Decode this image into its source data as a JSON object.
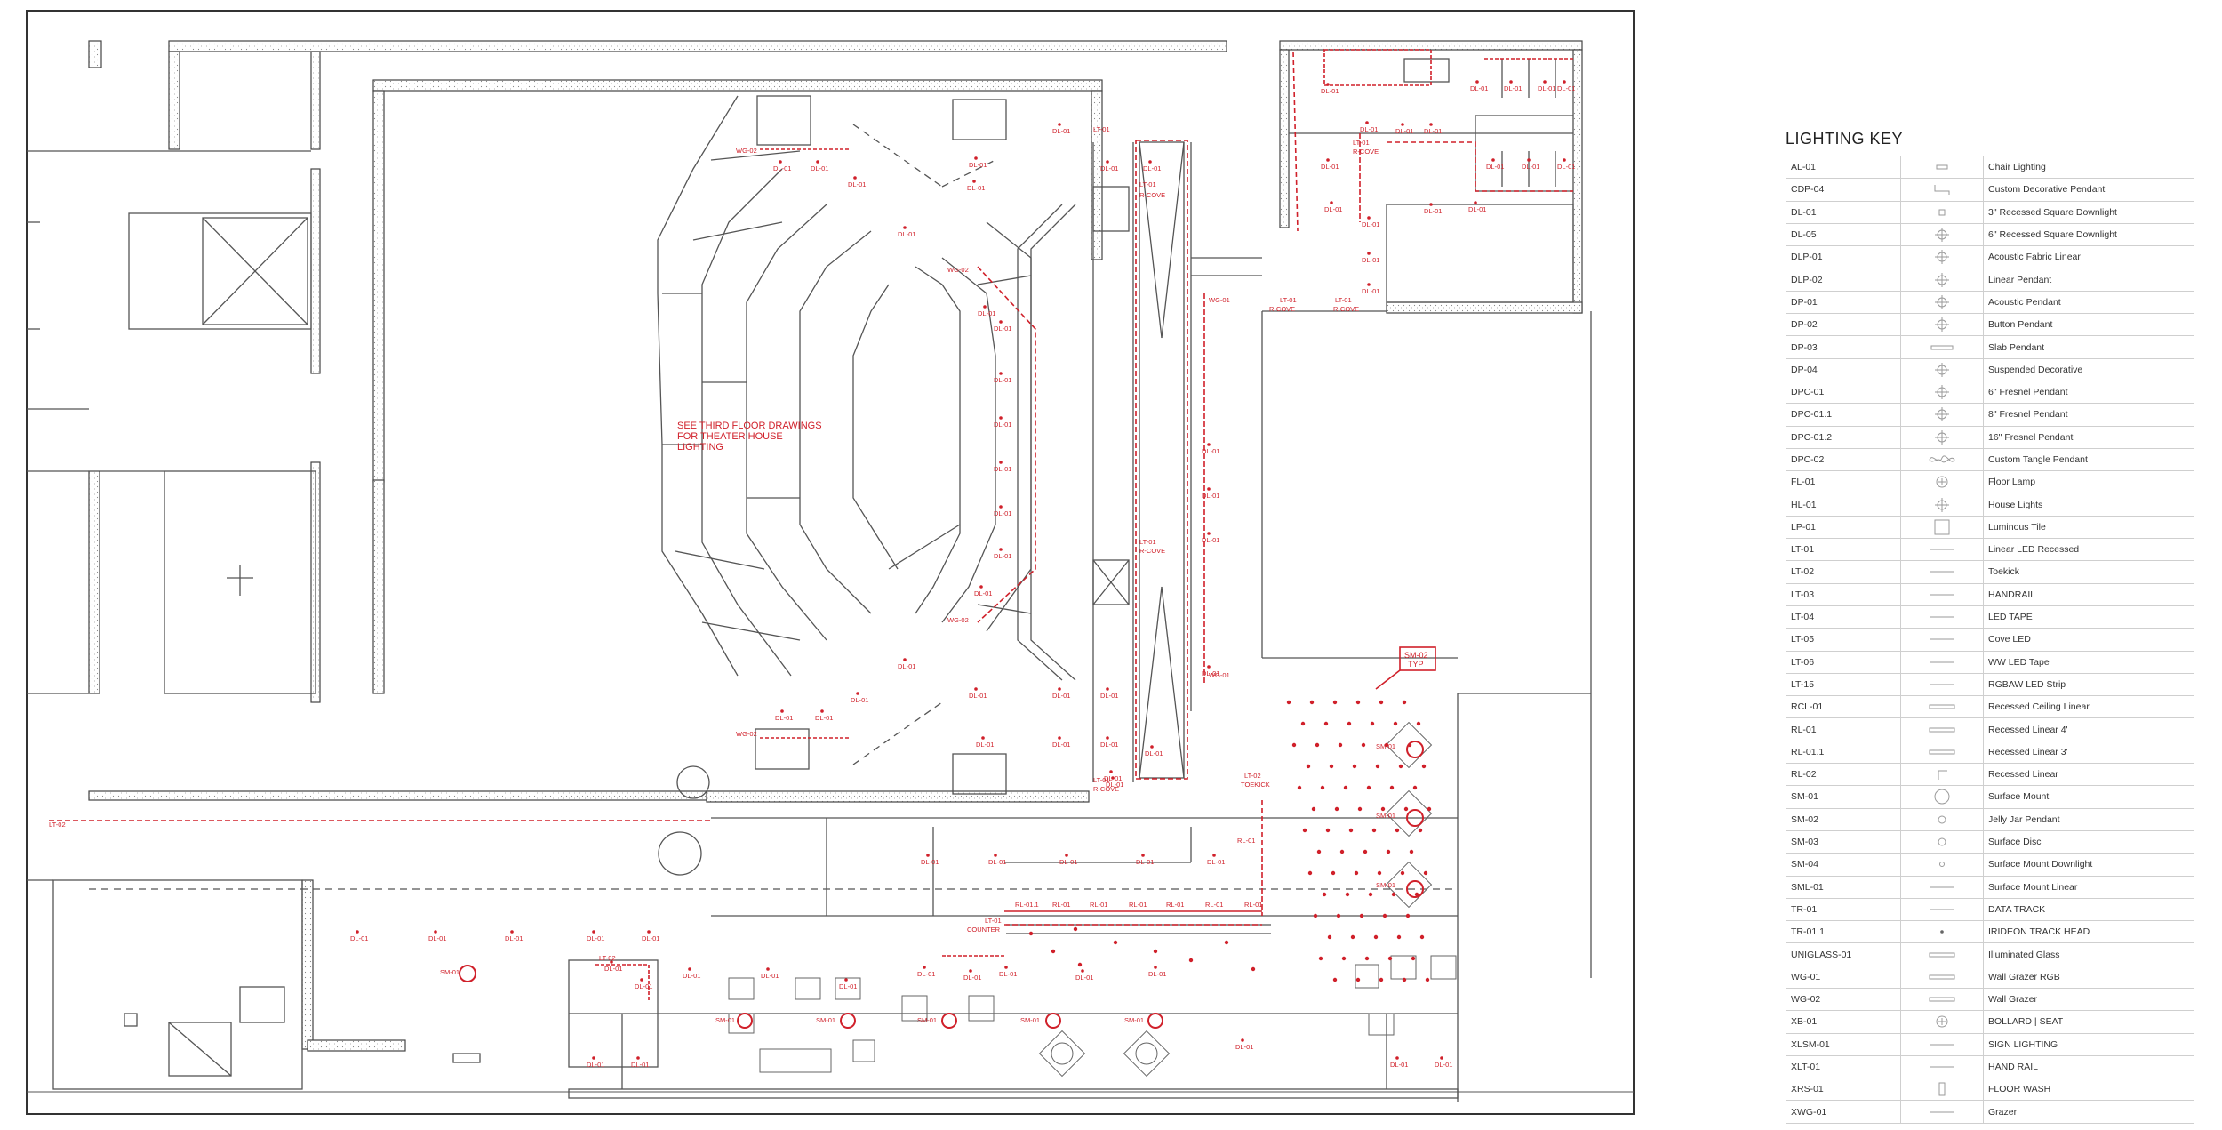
{
  "plan": {
    "note_lines": [
      "SEE THIRD FLOOR DRAWINGS",
      "FOR THEATER HOUSE",
      "LIGHTING"
    ],
    "label_color": "#d0202a",
    "line_color": "#555555",
    "fixture_dl": "DL-01",
    "fixture_sm": "SM-01",
    "fixture_wg": "WG-02",
    "fixture_wg1": "WG-01",
    "fixture_lt01": "LT-01",
    "fixture_lt02": "LT-02",
    "fixture_rl": "RL-01",
    "callout_sm02": "SM-02",
    "callout_typ": "TYP",
    "rcove": "R-COVE",
    "toekick": "TOEKICK",
    "counter": "COUNTER",
    "rl011": "RL-01.1"
  },
  "legend": {
    "title": "LIGHTING KEY",
    "rows": [
      {
        "code": "AL-01",
        "desc": "Chair Lighting",
        "icon": "chair-icon"
      },
      {
        "code": "CDP-04",
        "desc": "Custom Decorative Pendant",
        "icon": "pendant-hook-icon"
      },
      {
        "code": "DL-01",
        "desc": "3\" Recessed Square Downlight",
        "icon": "small-square-icon"
      },
      {
        "code": "DL-05",
        "desc": "6\" Recessed Square Downlight",
        "icon": "crosshair-icon"
      },
      {
        "code": "DLP-01",
        "desc": "Acoustic Fabric Linear",
        "icon": "crosshair-icon"
      },
      {
        "code": "DLP-02",
        "desc": "Linear Pendant",
        "icon": "crosshair-icon"
      },
      {
        "code": "DP-01",
        "desc": "Acoustic Pendant",
        "icon": "crosshair-icon"
      },
      {
        "code": "DP-02",
        "desc": "Button Pendant",
        "icon": "crosshair-icon"
      },
      {
        "code": "DP-03",
        "desc": "Slab Pendant",
        "icon": "slab-icon"
      },
      {
        "code": "DP-04",
        "desc": "Suspended Decorative",
        "icon": "crosshair-icon"
      },
      {
        "code": "DPC-01",
        "desc": "6\" Fresnel Pendant",
        "icon": "crosshair-icon"
      },
      {
        "code": "DPC-01.1",
        "desc": "8\" Fresnel Pendant",
        "icon": "crosshair-icon"
      },
      {
        "code": "DPC-01.2",
        "desc": "16\" Fresnel Pendant",
        "icon": "crosshair-icon"
      },
      {
        "code": "DPC-02",
        "desc": "Custom Tangle Pendant",
        "icon": "tangle-icon"
      },
      {
        "code": "FL-01",
        "desc": "Floor Lamp",
        "icon": "circle-cross-icon"
      },
      {
        "code": "HL-01",
        "desc": "House Lights",
        "icon": "crosshair-icon"
      },
      {
        "code": "LP-01",
        "desc": "Luminous Tile",
        "icon": "tile-icon"
      },
      {
        "code": "LT-01",
        "desc": "Linear LED Recessed",
        "icon": "line-icon"
      },
      {
        "code": "LT-02",
        "desc": "Toekick",
        "icon": "line-icon"
      },
      {
        "code": "LT-03",
        "desc": "HANDRAIL",
        "icon": "line-icon"
      },
      {
        "code": "LT-04",
        "desc": "LED TAPE",
        "icon": "line-icon"
      },
      {
        "code": "LT-05",
        "desc": "Cove LED",
        "icon": "line-icon"
      },
      {
        "code": "LT-06",
        "desc": "WW LED Tape",
        "icon": "line-icon"
      },
      {
        "code": "LT-15",
        "desc": "RGBAW LED Strip",
        "icon": "line-icon"
      },
      {
        "code": "RCL-01",
        "desc": "Recessed Ceiling Linear",
        "icon": "double-line-icon"
      },
      {
        "code": "RL-01",
        "desc": "Recessed Linear 4'",
        "icon": "double-line-icon"
      },
      {
        "code": "RL-01.1",
        "desc": "Recessed Linear 3'",
        "icon": "double-line-icon"
      },
      {
        "code": "RL-02",
        "desc": "Recessed Linear",
        "icon": "corner-icon"
      },
      {
        "code": "SM-01",
        "desc": "Surface Mount",
        "icon": "big-circle-icon"
      },
      {
        "code": "SM-02",
        "desc": "Jelly Jar Pendant",
        "icon": "small-circle-icon"
      },
      {
        "code": "SM-03",
        "desc": "Surface Disc",
        "icon": "small-circle-icon"
      },
      {
        "code": "SM-04",
        "desc": "Surface Mount Downlight",
        "icon": "tiny-circle-icon"
      },
      {
        "code": "SML-01",
        "desc": "Surface Mount Linear",
        "icon": "line-icon"
      },
      {
        "code": "TR-01",
        "desc": "DATA TRACK",
        "icon": "line-icon"
      },
      {
        "code": "TR-01.1",
        "desc": "IRIDEON TRACK HEAD",
        "icon": "dot-icon"
      },
      {
        "code": "UNIGLASS-01",
        "desc": "Illuminated Glass",
        "icon": "double-line-icon"
      },
      {
        "code": "WG-01",
        "desc": "Wall Grazer RGB",
        "icon": "double-line-icon"
      },
      {
        "code": "WG-02",
        "desc": "Wall Grazer",
        "icon": "double-line-icon"
      },
      {
        "code": "XB-01",
        "desc": "BOLLARD | SEAT",
        "icon": "circle-cross-icon"
      },
      {
        "code": "XLSM-01",
        "desc": "SIGN LIGHTING",
        "icon": "line-icon"
      },
      {
        "code": "XLT-01",
        "desc": "HAND RAIL",
        "icon": "line-icon"
      },
      {
        "code": "XRS-01",
        "desc": "FLOOR WASH",
        "icon": "floorwash-icon"
      },
      {
        "code": "XWG-01",
        "desc": "Grazer",
        "icon": "line-icon"
      }
    ]
  }
}
